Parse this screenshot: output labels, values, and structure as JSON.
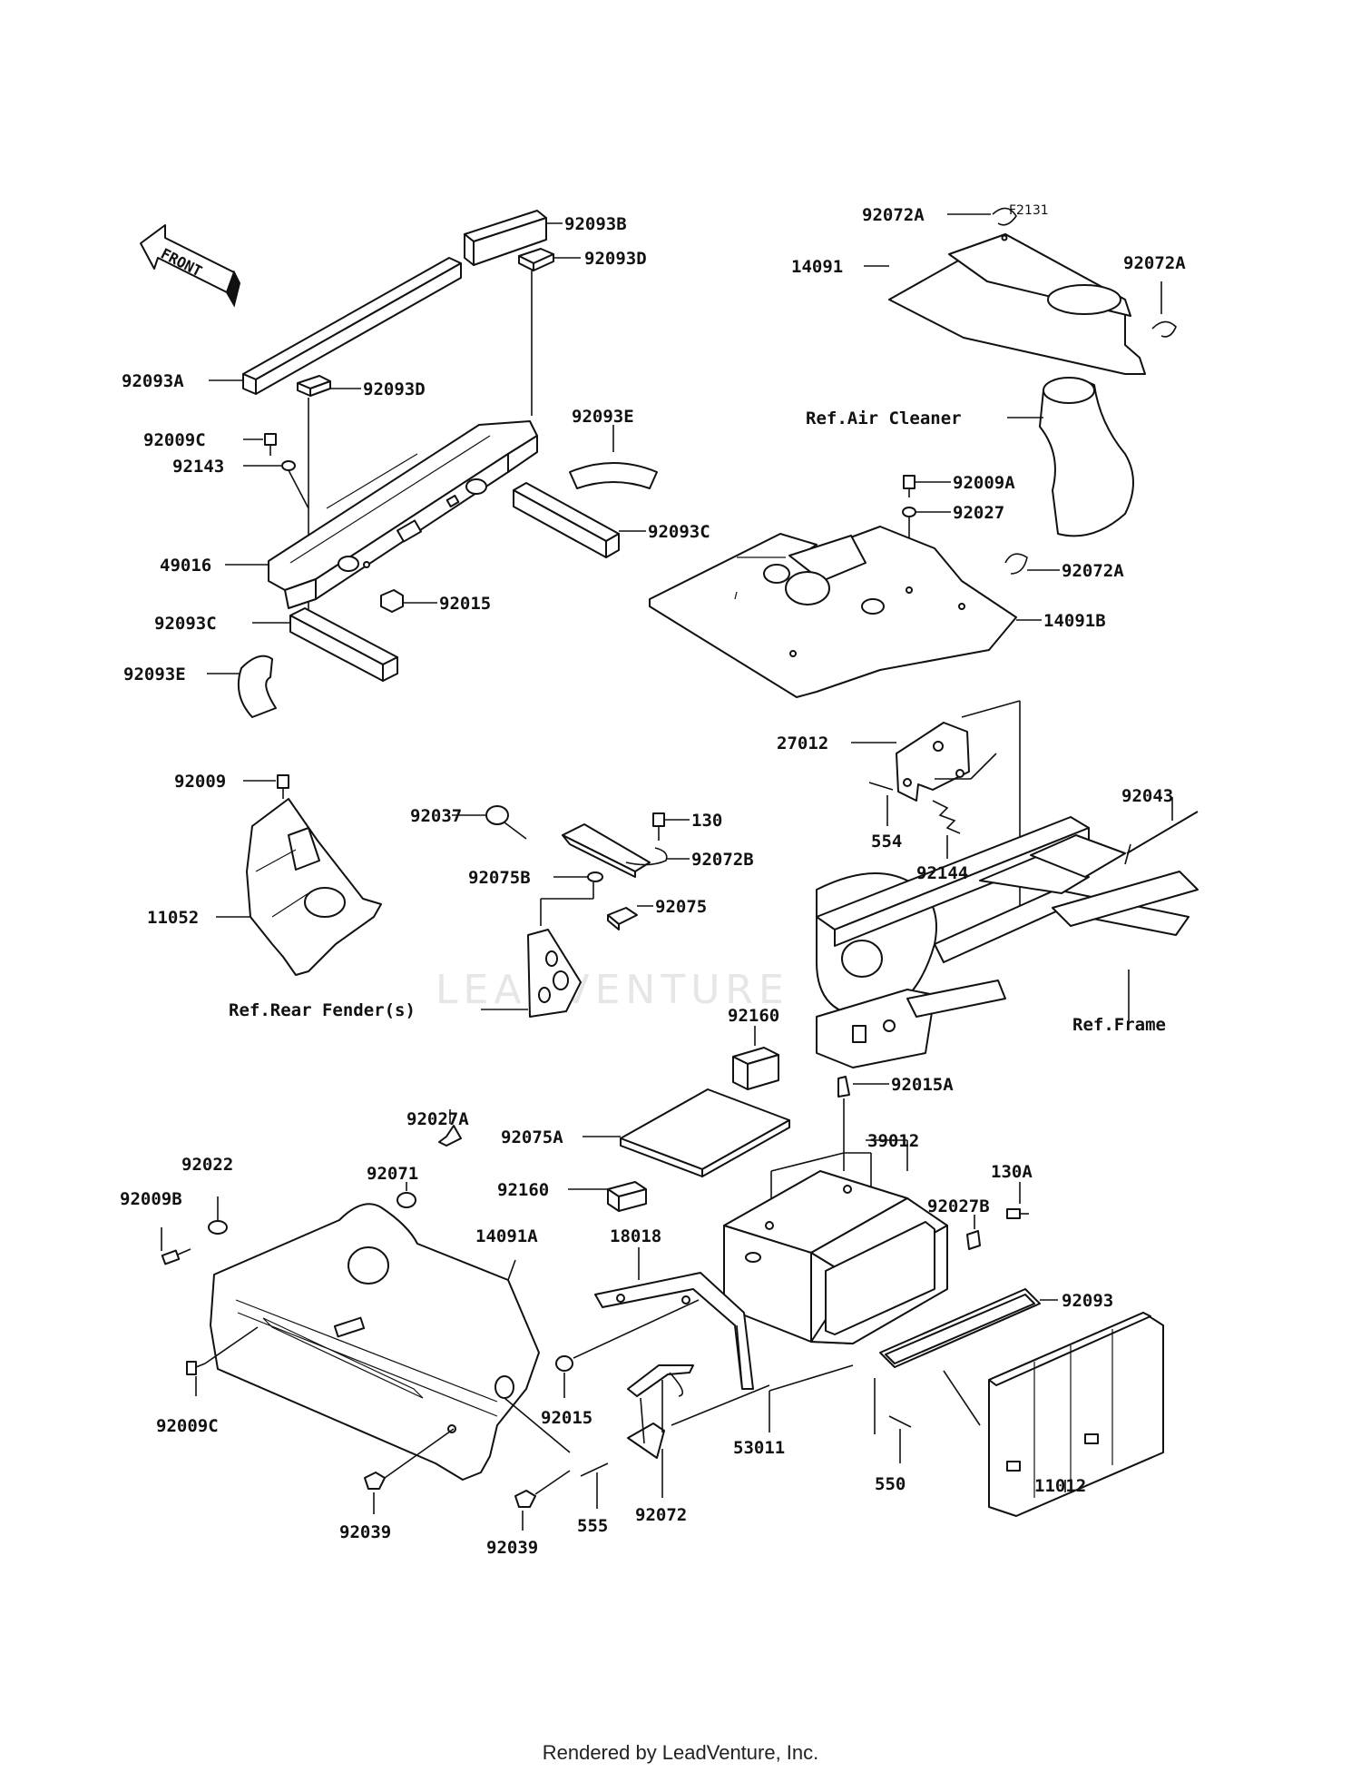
{
  "diagram_code": "F2131",
  "front_label": "FRONT",
  "footer": "Rendered by LeadVenture, Inc.",
  "watermark": "LEADVENTURE",
  "labels": {
    "l_92093B": "92093B",
    "l_92093D_top": "92093D",
    "l_92093A": "92093A",
    "l_92093D_mid": "92093D",
    "l_92009C_top": "92009C",
    "l_92143": "92143",
    "l_92093E_top": "92093E",
    "l_49016": "49016",
    "l_92093C_right": "92093C",
    "l_92015_top": "92015",
    "l_92093C_left": "92093C",
    "l_92093E_left": "92093E",
    "l_92072A_1": "92072A",
    "l_92072A_2": "92072A",
    "l_14091": "14091",
    "l_ref_air": "Ref.Air Cleaner",
    "l_92009A": "92009A",
    "l_92027": "92027",
    "l_92072A_3": "92072A",
    "l_14091B": "14091B",
    "l_27012": "27012",
    "l_554": "554",
    "l_92144": "92144",
    "l_92043": "92043",
    "l_ref_frame": "Ref.Frame",
    "l_92009": "92009",
    "l_11052": "11052",
    "l_92037": "92037",
    "l_130": "130",
    "l_92072B": "92072B",
    "l_92075B": "92075B",
    "l_92075": "92075",
    "l_ref_rear": "Ref.Rear Fender(s)",
    "l_92160_top": "92160",
    "l_92015A": "92015A",
    "l_92075A": "92075A",
    "l_92160_mid": "92160",
    "l_39012": "39012",
    "l_130A": "130A",
    "l_92027B": "92027B",
    "l_92027A": "92027A",
    "l_92071": "92071",
    "l_92022": "92022",
    "l_92009B": "92009B",
    "l_14091A": "14091A",
    "l_18018": "18018",
    "l_92093": "92093",
    "l_92009C_bottom": "92009C",
    "l_92015_bottom": "92015",
    "l_53011": "53011",
    "l_550": "550",
    "l_11012": "11012",
    "l_92039_a": "92039",
    "l_92039_b": "92039",
    "l_555": "555",
    "l_92072": "92072"
  }
}
